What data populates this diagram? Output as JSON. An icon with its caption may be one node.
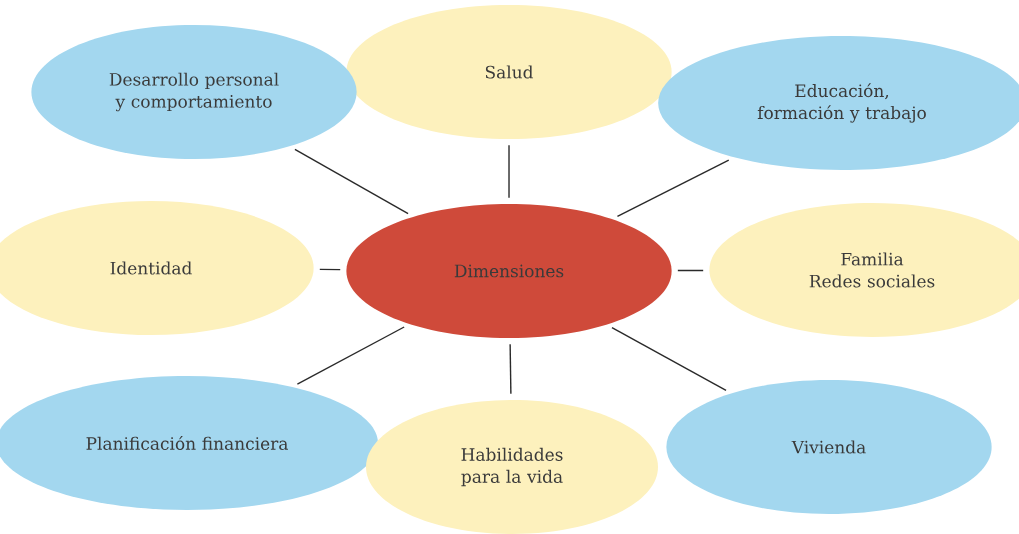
{
  "diagram": {
    "nodes": [
      {
        "text": [
          "Salud"
        ]
      },
      {
        "text": [
          "Desarrollo personal y comportamiento"
        ]
      },
      {
        "text": [
          "Educación, formación y trabajo"
        ]
      },
      {
        "text": [
          "Identidad"
        ]
      },
      {
        "text": [
          "Dimensiones"
        ]
      },
      {
        "text": [
          "Familia",
          "Redes sociales"
        ]
      },
      {
        "text": [
          "Planificación financiera"
        ]
      },
      {
        "text": [
          "Habilidades para la vida"
        ]
      },
      {
        "text": [
          "Vivienda"
        ]
      }
    ],
    "edges": [
      {
        "from": 4,
        "to": 0,
        "arrow": "none"
      },
      {
        "from": 4,
        "to": 1,
        "arrow": "none"
      },
      {
        "from": 4,
        "to": 2,
        "arrow": "none"
      },
      {
        "from": 4,
        "to": 3,
        "arrow": "none"
      },
      {
        "from": 4,
        "to": 5,
        "arrow": "none"
      },
      {
        "from": 4,
        "to": 6,
        "arrow": "none"
      },
      {
        "from": 4,
        "to": 7,
        "arrow": "none"
      },
      {
        "from": 4,
        "to": 8,
        "arrow": "none"
      }
    ]
  }
}
